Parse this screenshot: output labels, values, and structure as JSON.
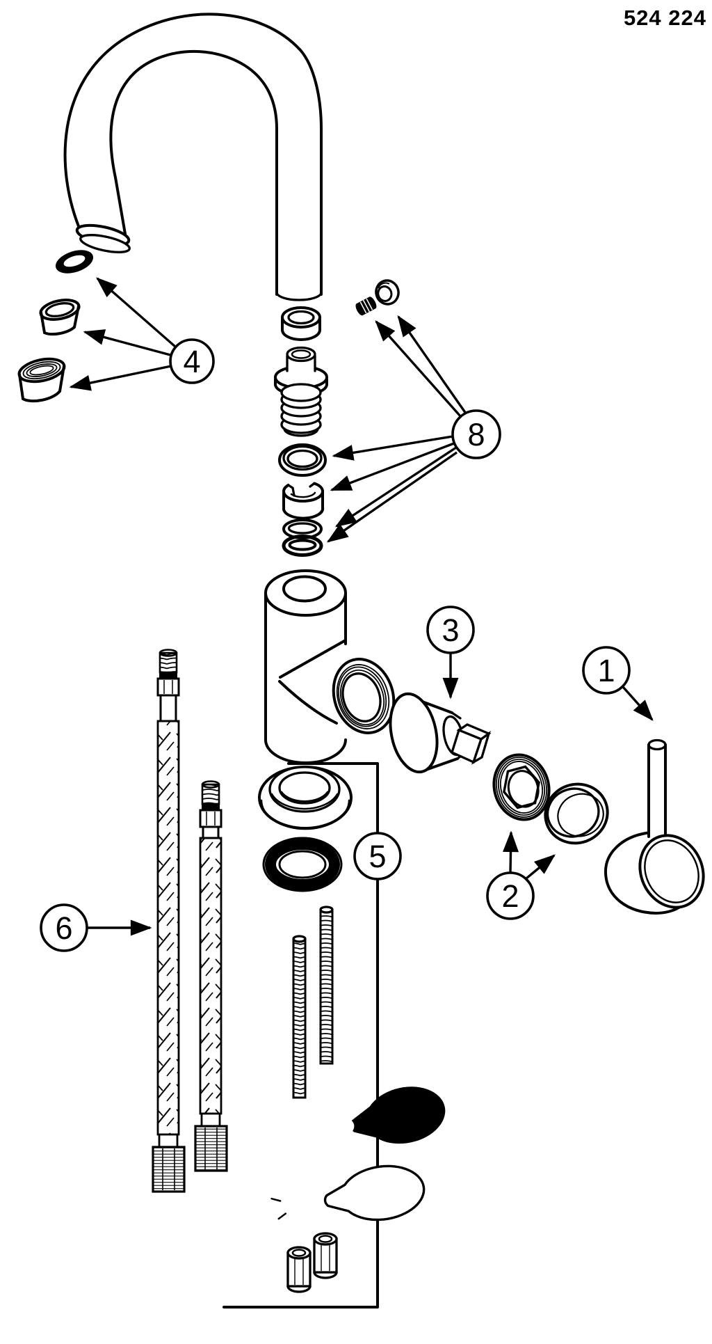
{
  "document": {
    "product_number": "524 224",
    "background_color": "#ffffff",
    "line_color": "#000000",
    "type": "exploded-parts-diagram",
    "subject": "single-lever kitchen mixer tap"
  },
  "callouts": [
    {
      "label": "1",
      "part": "handle-lever",
      "arrows": 1
    },
    {
      "label": "2",
      "part": "threaded-ring-and-cap-ring",
      "arrows": 2
    },
    {
      "label": "3",
      "part": "cartridge",
      "arrows": 1
    },
    {
      "label": "4",
      "part": "aerator-set",
      "arrows": 3
    },
    {
      "label": "5",
      "part": "mounting-set",
      "arrows": 0
    },
    {
      "label": "6",
      "part": "supply-hoses",
      "arrows": 1
    },
    {
      "label": "8",
      "part": "seal-and-bearing-set",
      "arrows": 6
    }
  ]
}
